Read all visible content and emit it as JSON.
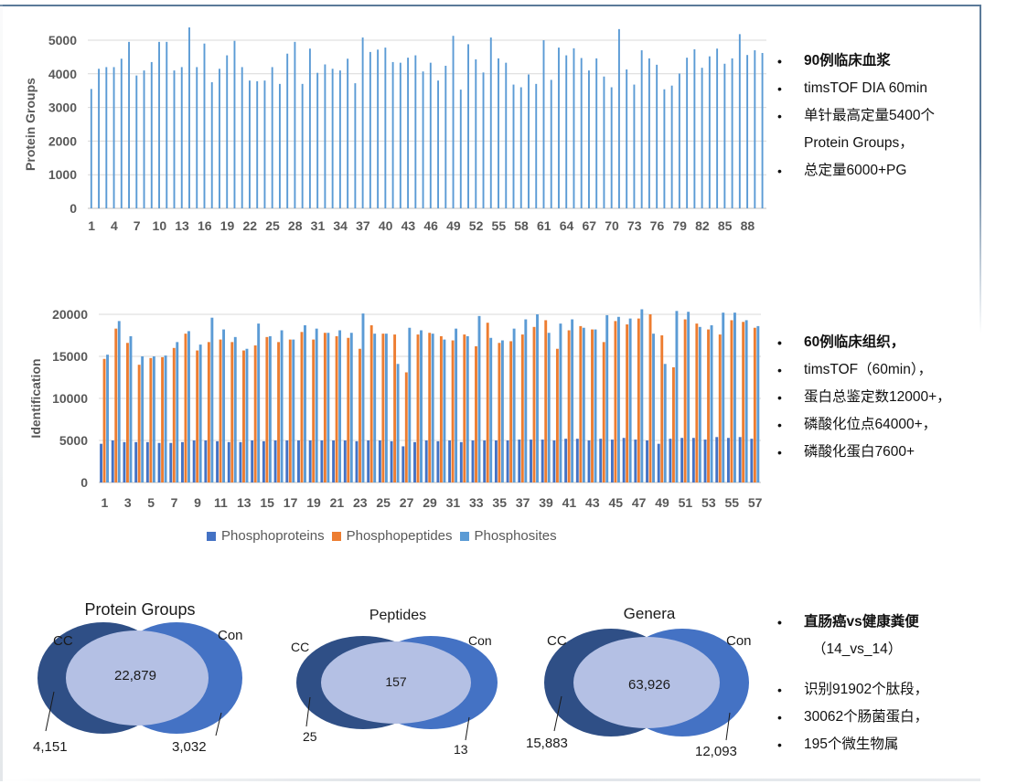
{
  "chart_data": [
    {
      "type": "bar",
      "ylabel": "Protein Groups",
      "ylim": [
        0,
        5000
      ],
      "yticks": [
        0,
        1000,
        2000,
        3000,
        4000,
        5000
      ],
      "grid": true,
      "x_tick_labels": [
        "1",
        "4",
        "7",
        "10",
        "13",
        "16",
        "19",
        "22",
        "25",
        "28",
        "31",
        "34",
        "37",
        "40",
        "43",
        "46",
        "49",
        "52",
        "55",
        "58",
        "61",
        "64",
        "67",
        "70",
        "73",
        "76",
        "79",
        "82",
        "85",
        "88"
      ],
      "series": [
        {
          "color": "#5b9bd5",
          "values": [
            3550,
            4150,
            4200,
            4200,
            4450,
            4950,
            3950,
            4100,
            4350,
            4950,
            4950,
            4100,
            4200,
            5380,
            4200,
            4900,
            3750,
            4150,
            4550,
            4980,
            4200,
            3800,
            3780,
            3800,
            4200,
            3700,
            4600,
            4950,
            3700,
            4750,
            4030,
            4280,
            4150,
            4100,
            4450,
            3720,
            5080,
            4650,
            4720,
            4780,
            4350,
            4330,
            4480,
            4550,
            4070,
            4330,
            3800,
            4240,
            5130,
            3530,
            4880,
            4430,
            4040,
            5080,
            4460,
            4330,
            3680,
            3600,
            3980,
            3700,
            5000,
            3820,
            4780,
            4550,
            4760,
            4470,
            4100,
            4460,
            3920,
            3600,
            5330,
            4130,
            3680,
            4700,
            4460,
            4270,
            3540,
            3650,
            4010,
            4480,
            4730,
            4180,
            4520,
            4750,
            4300,
            4460,
            5180,
            4560,
            4700,
            4620
          ]
        }
      ]
    },
    {
      "type": "bar",
      "ylabel": "Identification",
      "ylim": [
        0,
        20000
      ],
      "yticks": [
        0,
        5000,
        10000,
        15000,
        20000
      ],
      "grid": true,
      "x_tick_labels": [
        "1",
        "3",
        "5",
        "7",
        "9",
        "11",
        "13",
        "15",
        "17",
        "19",
        "21",
        "23",
        "25",
        "27",
        "29",
        "31",
        "33",
        "35",
        "37",
        "39",
        "41",
        "43",
        "45",
        "47",
        "49",
        "51",
        "53",
        "55",
        "57"
      ],
      "legend": [
        "Phosphoproteins",
        "Phosphopeptides",
        "Phosphosites"
      ],
      "series": [
        {
          "name": "Phosphoproteins",
          "color": "#4472c4",
          "values": [
            4600,
            5000,
            4800,
            4800,
            4800,
            4700,
            4700,
            4800,
            5000,
            5000,
            4900,
            4800,
            4800,
            5000,
            4900,
            5000,
            5000,
            5000,
            5000,
            5000,
            5000,
            5000,
            4900,
            5000,
            5000,
            4900,
            4300,
            4800,
            5000,
            4900,
            5000,
            4800,
            5000,
            5000,
            5000,
            5000,
            5100,
            5100,
            5100,
            5000,
            5200,
            5200,
            5000,
            5200,
            5100,
            5300,
            5100,
            5000,
            4600,
            5200,
            5300,
            5300,
            5100,
            5400,
            5300,
            5400,
            5200
          ]
        },
        {
          "name": "Phosphopeptides",
          "color": "#ed7d31",
          "values": [
            14700,
            18300,
            16600,
            14000,
            14800,
            14900,
            16000,
            17700,
            15700,
            16700,
            17000,
            16700,
            15700,
            16300,
            17300,
            16700,
            17000,
            17900,
            17000,
            17800,
            17400,
            17200,
            15900,
            18700,
            17700,
            17600,
            13100,
            17600,
            17800,
            17400,
            16900,
            17600,
            16200,
            19000,
            16600,
            16800,
            17600,
            18500,
            19300,
            15900,
            18100,
            18600,
            18200,
            16700,
            19200,
            18800,
            19500,
            20000,
            17500,
            13700,
            19400,
            18900,
            18200,
            17600,
            19300,
            19100,
            18400
          ]
        },
        {
          "name": "Phosphosites",
          "color": "#5b9bd5",
          "values": [
            15200,
            19200,
            17400,
            15000,
            15000,
            15100,
            16700,
            18000,
            16400,
            19600,
            18200,
            17300,
            15900,
            18900,
            17400,
            18100,
            17000,
            18700,
            18300,
            17800,
            18100,
            17800,
            20100,
            17700,
            17700,
            14100,
            18400,
            18100,
            17700,
            17000,
            18300,
            17400,
            19800,
            17200,
            16900,
            18300,
            19400,
            20000,
            17800,
            18900,
            19400,
            18400,
            18200,
            19900,
            19700,
            19500,
            20600,
            17700,
            14100,
            20400,
            20300,
            18500,
            18700,
            20200,
            20200,
            19300,
            18600
          ]
        }
      ]
    }
  ],
  "notes_top": [
    "90例临床血浆",
    "timsTOF DIA 60min",
    "单针最高定量5400个",
    "Protein Groups，",
    "总定量6000+PG"
  ],
  "notes_mid": [
    "60例临床组织，",
    "timsTOF（60min），",
    "蛋白总鉴定数12000+，",
    "磷酸化位点64000+，",
    "磷酸化蛋白7600+"
  ],
  "notes_bottom": [
    "直肠癌vs健康粪便",
    "（14_vs_14）",
    "识别91902个肽段，",
    "30062个肠菌蛋白，",
    "195个微生物属"
  ],
  "venns": [
    {
      "title": "Protein Groups",
      "left_label": "CC",
      "right_label": "Con",
      "left_only": "4,151",
      "shared": "22,879",
      "right_only": "3,032"
    },
    {
      "title": "Peptides",
      "left_label": "CC",
      "right_label": "Con",
      "left_only": "25",
      "shared": "157",
      "right_only": "13"
    },
    {
      "title": "Genera",
      "left_label": "CC",
      "right_label": "Con",
      "left_only": "15,883",
      "shared": "63,926",
      "right_only": "12,093"
    }
  ],
  "colors": {
    "dark_blue": "#2f4f86",
    "mid_blue": "#4472c4",
    "light_fill": "#b4c0e4",
    "accent": "#5b9bd5"
  }
}
